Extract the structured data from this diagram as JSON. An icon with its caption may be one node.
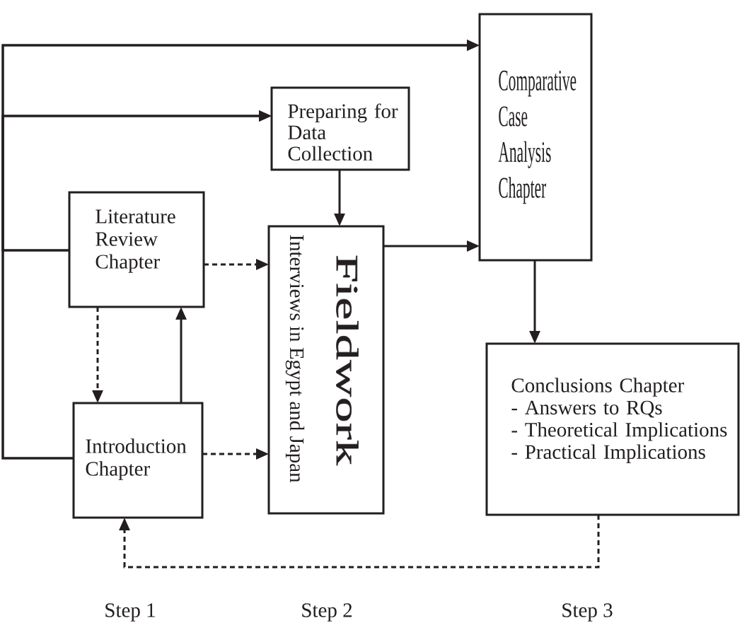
{
  "diagram": {
    "nodes": [
      {
        "text": [
          "Preparing for Data Collection"
        ]
      },
      {
        "text": [
          "Comparative Case Analysis Chapter"
        ]
      },
      {
        "text": [
          "Literature Review Chapter"
        ]
      },
      {
        "text": [
          "Fieldwork",
          "Interviews in Egypt and Japan"
        ]
      },
      {
        "text": [
          "Introduction Chapter"
        ]
      },
      {
        "text": [
          "Conclusions Chapter",
          "- Answers to RQs",
          "- Theoretical Implications",
          "- Practical Implications"
        ]
      }
    ],
    "edges": [
      {
        "from": 2,
        "to": 1,
        "arrow": "to"
      },
      {
        "from": 2,
        "to": 0,
        "arrow": "to"
      },
      {
        "from": 4,
        "to": 1,
        "arrow": "to"
      },
      {
        "from": 4,
        "to": 0,
        "arrow": "to"
      },
      {
        "from": 0,
        "to": 3,
        "arrow": "to"
      },
      {
        "from": 2,
        "to": 3,
        "arrow": "to",
        "style": "dashed"
      },
      {
        "from": 4,
        "to": 3,
        "arrow": "to",
        "style": "dashed"
      },
      {
        "from": 2,
        "to": 4,
        "arrow": "to",
        "style": "dashed"
      },
      {
        "from": 4,
        "to": 2,
        "arrow": "to"
      },
      {
        "from": 3,
        "to": 1,
        "arrow": "to"
      },
      {
        "from": 1,
        "to": 5,
        "arrow": "to"
      },
      {
        "from": 5,
        "to": 4,
        "arrow": "to",
        "style": "dashed"
      }
    ],
    "labels": [
      "Step 1",
      "Step 2",
      "Step 3"
    ]
  }
}
